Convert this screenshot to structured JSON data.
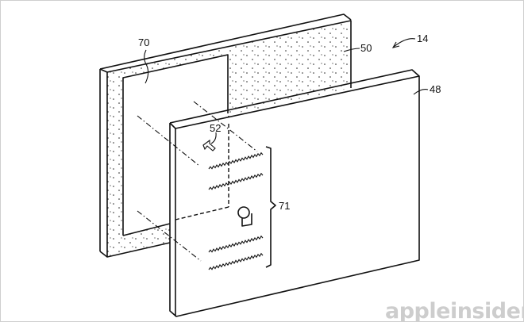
{
  "figure": {
    "labels": {
      "assembly": "14",
      "rear_panel": "50",
      "front_panel": "48",
      "window_region": "70",
      "cursor": "52",
      "content_group": "71"
    },
    "watermark": "appleinsider"
  }
}
